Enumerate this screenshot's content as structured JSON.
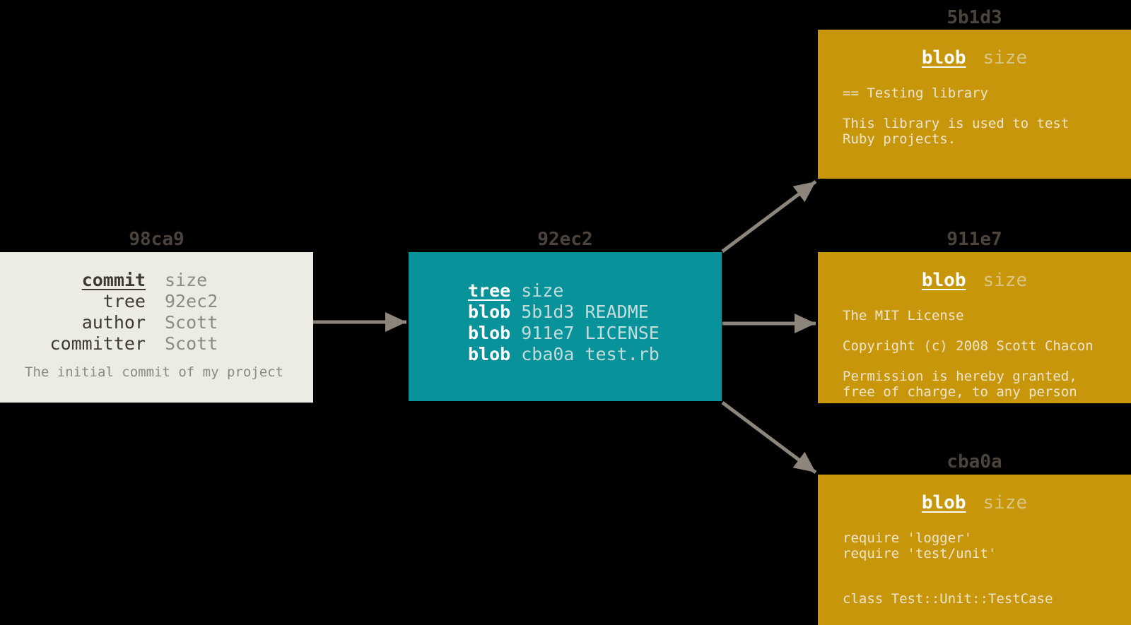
{
  "colors": {
    "background": "#000000",
    "commit_box_fill": "#EDECE4",
    "tree_box_fill": "#08929A",
    "blob_box_fill": "#C8960B",
    "arrow": "#8C857B",
    "hash_label_text": "#4A443C",
    "commit_key_text": "#3E3A33",
    "commit_value_text": "#8C8B83",
    "tree_value_text": "#C2DCDA",
    "keyword_text": "#FFFFFF",
    "blob_size_text": "#D9C584",
    "blob_body_text": "#EDE5CE"
  },
  "commit": {
    "label": "98ca9",
    "rows": [
      {
        "key": "commit",
        "value": "size"
      },
      {
        "key": "tree",
        "value": "92ec2"
      },
      {
        "key": "author",
        "value": "Scott"
      },
      {
        "key": "committer",
        "value": "Scott"
      }
    ],
    "message": "The initial commit of my project"
  },
  "tree": {
    "label": "92ec2",
    "header": {
      "keyword": "tree",
      "size": "size"
    },
    "entries": [
      {
        "type": "blob",
        "hash": "5b1d3",
        "name": "README"
      },
      {
        "type": "blob",
        "hash": "911e7",
        "name": "LICENSE"
      },
      {
        "type": "blob",
        "hash": "cba0a",
        "name": "test.rb"
      }
    ]
  },
  "blobs": [
    {
      "label": "5b1d3",
      "keyword": "blob",
      "size": "size",
      "body": "== Testing library\n\nThis library is used to test\nRuby projects."
    },
    {
      "label": "911e7",
      "keyword": "blob",
      "size": "size",
      "body": "The MIT License\n\nCopyright (c) 2008 Scott Chacon\n\nPermission is hereby granted,\nfree of charge, to any person"
    },
    {
      "label": "cba0a",
      "keyword": "blob",
      "size": "size",
      "body": "require 'logger'\nrequire 'test/unit'\n\n\nclass Test::Unit::TestCase"
    }
  ],
  "arrows": [
    {
      "from": "98ca9",
      "to": "92ec2"
    },
    {
      "from": "92ec2",
      "to": "5b1d3"
    },
    {
      "from": "92ec2",
      "to": "911e7"
    },
    {
      "from": "92ec2",
      "to": "cba0a"
    }
  ]
}
